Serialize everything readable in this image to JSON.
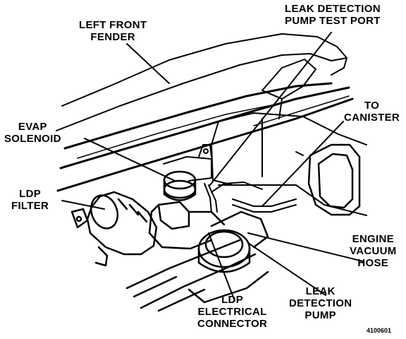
{
  "labels": {
    "left_front_fender": [
      "LEFT FRONT",
      "FENDER"
    ],
    "leak_detection_pump_test_port": [
      "LEAK DETECTION",
      "PUMP TEST PORT"
    ],
    "to_canister": [
      "TO",
      "CANISTER"
    ],
    "evap_solenoid": [
      "EVAP",
      "SOLENOID"
    ],
    "ldp_filter": [
      "LDP",
      "FILTER"
    ],
    "engine_vacuum_hose": [
      "ENGINE",
      "VACUUM",
      "HOSE"
    ],
    "ldp_electrical_connector": [
      "LDP",
      "ELECTRICAL",
      "CONNECTOR"
    ],
    "leak_detection_pump": [
      "LEAK",
      "DETECTION",
      "PUMP"
    ]
  },
  "figure_number": "4100601"
}
